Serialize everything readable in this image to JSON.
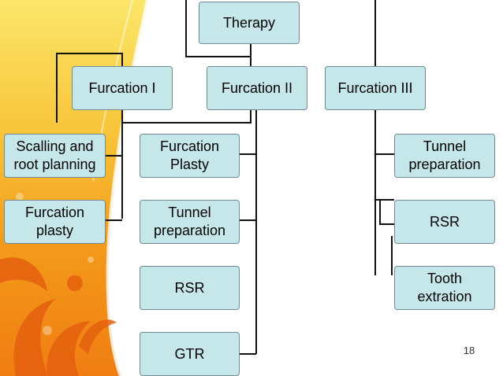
{
  "colors": {
    "node_fill": "#c6e7ea",
    "node_border": "#6f8a90",
    "connector": "#111111",
    "background_orange": "#f39a1a",
    "background_yellow": "#fbe15a"
  },
  "diagram": {
    "root": "Therapy",
    "branches": [
      {
        "label": "Furcation I",
        "children": [
          "Scalling and\nroot planning",
          "Furcation\nplasty"
        ]
      },
      {
        "label": "Furcation II",
        "children": [
          "Furcation\nPlasty",
          "Tunnel\npreparation",
          "RSR",
          "GTR"
        ]
      },
      {
        "label": "Furcation III",
        "children": [
          "Tunnel\npreparation",
          "RSR",
          "Tooth\nextration"
        ]
      }
    ]
  },
  "slide_number": "18"
}
